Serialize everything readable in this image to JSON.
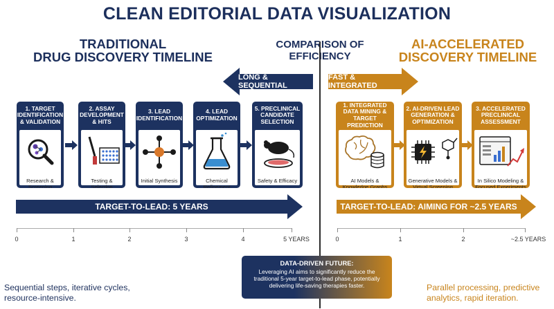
{
  "title": "CLEAN EDITORIAL DATA VISUALIZATION",
  "traditional": {
    "title_line1": "TRADITIONAL",
    "title_line2": "DRUG DISCOVERY TIMELINE",
    "banner": "LONG & SEQUENTIAL",
    "steps": [
      {
        "title": "1. TARGET IDENTIFICATION & VALIDATION",
        "label": "Research & Screening",
        "icon": "magnifier-molecule-icon"
      },
      {
        "title": "2. ASSAY DEVELOPMENT & HITS",
        "label": "Testing & Selection",
        "icon": "pipette-wellplate-icon"
      },
      {
        "title": "3. LEAD IDENTIFICATION",
        "label": "Initial Synthesis",
        "icon": "molecule-network-icon"
      },
      {
        "title": "4. LEAD OPTIMIZATION",
        "label": "Chemical Refinement",
        "icon": "flask-icon"
      },
      {
        "title": "5. PRECLINICAL CANDIDATE SELECTION",
        "label": "Safety & Efficacy",
        "icon": "mouse-petri-icon"
      }
    ],
    "arrow_label": "TARGET-TO-LEAD: 5 YEARS",
    "axis_ticks": [
      "0",
      "1",
      "2",
      "3",
      "4",
      "5 YEARS"
    ],
    "footer": [
      "Sequential steps, iterative cycles,",
      "resource-intensive."
    ]
  },
  "comparison": {
    "title_line1": "COMPARISON OF",
    "title_line2": "EFFICIENCY"
  },
  "ai": {
    "title_line1": "AI-ACCELERATED",
    "title_line2": "DISCOVERY TIMELINE",
    "banner": "FAST & INTEGRATED",
    "steps": [
      {
        "title": "1. INTEGRATED DATA MINING & TARGET PREDICTION",
        "label": "AI Models & Knowledge Graphs",
        "icon": "brain-database-icon"
      },
      {
        "title": "2. AI-DRIVEN LEAD GENERATION & OPTIMIZATION",
        "label": "Generative Models & Virtual Screening",
        "icon": "chip-molecule-icon"
      },
      {
        "title": "3. ACCELERATED PRECLINICAL ASSESSMENT",
        "label": "In Silico Modeling & Focused Experiments",
        "icon": "dashboard-chart-icon"
      }
    ],
    "arrow_label": "TARGET-TO-LEAD: AIMING FOR ~2.5 YEARS",
    "axis_ticks": [
      "0",
      "1",
      "2",
      "~2.5 YEARS"
    ],
    "footer": [
      "Parallel processing, predictive",
      "analytics, rapid iteration."
    ]
  },
  "future": {
    "title": "DATA-DRIVEN FUTURE:",
    "body": "Leveraging AI aims to significantly reduce the traditional 5-year target-to-lead phase, potentially delivering life-saving therapies faster."
  },
  "colors": {
    "navy": "#1d3260",
    "gold": "#c8841c"
  }
}
